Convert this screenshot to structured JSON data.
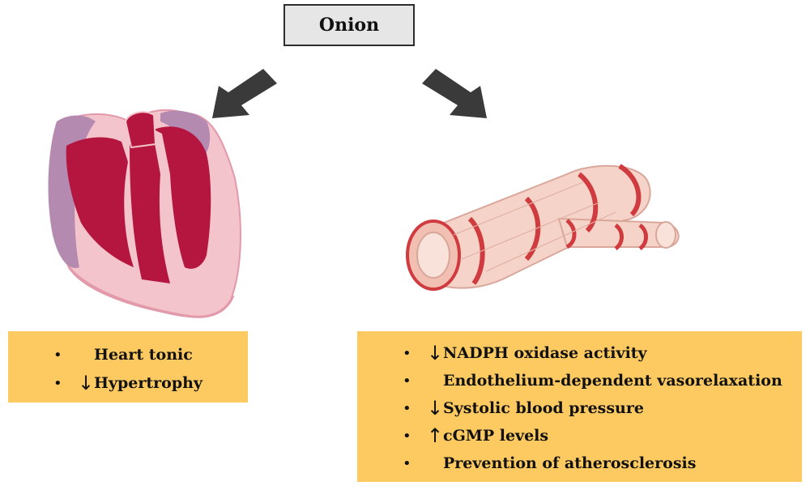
{
  "title": "Onion",
  "icons": {
    "left_arrow": "arrow-down-left-icon",
    "right_arrow": "arrow-down-right-icon",
    "heart": "heart-cross-section-illustration",
    "vessel": "blood-vessel-illustration",
    "decrease": "arrow-down-icon",
    "increase": "arrow-up-icon"
  },
  "colors": {
    "panel": "#fdc961",
    "title_box": "#e6e6e6",
    "heart_chamber": "#b5163f",
    "heart_wall": "#f3c4cc",
    "atrium": "#b48ab0",
    "vessel_wall": "#f6d3c8",
    "vessel_band": "#cf3b3f"
  },
  "heart_effects": [
    {
      "text": "Heart tonic",
      "arrow": ""
    },
    {
      "text": "Hypertrophy",
      "arrow": "↓"
    }
  ],
  "vessel_effects": [
    {
      "text": "NADPH oxidase activity",
      "arrow": "↓"
    },
    {
      "text": "Endothelium-dependent vasorelaxation",
      "arrow": ""
    },
    {
      "text": "Systolic blood pressure",
      "arrow": "↓"
    },
    {
      "text": "cGMP levels",
      "arrow": "↑"
    },
    {
      "text": "Prevention of atherosclerosis",
      "arrow": ""
    }
  ]
}
